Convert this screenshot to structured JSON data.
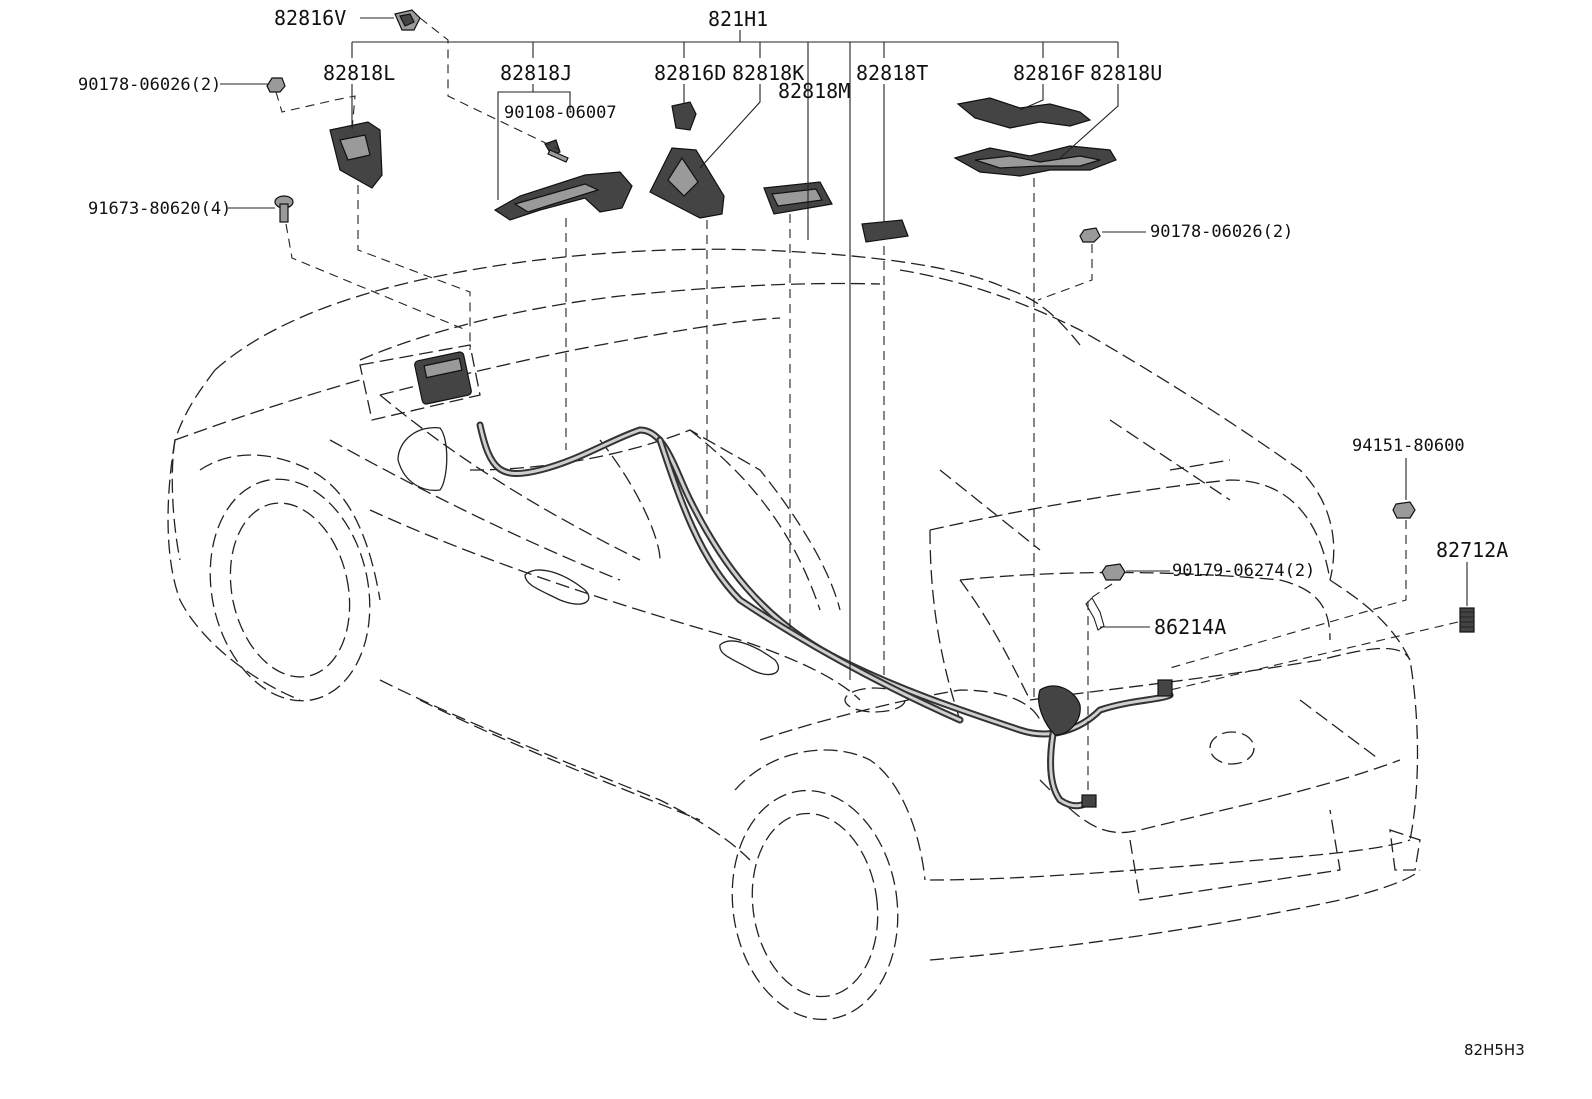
{
  "diagram": {
    "drawing_code": "82H5H3",
    "parts": [
      {
        "id": "82816V",
        "label": "82816V"
      },
      {
        "id": "821H1",
        "label": "821H1"
      },
      {
        "id": "82818L",
        "label": "82818L"
      },
      {
        "id": "82818J",
        "label": "82818J"
      },
      {
        "id": "82816D",
        "label": "82816D"
      },
      {
        "id": "82818K",
        "label": "82818K"
      },
      {
        "id": "82818M",
        "label": "82818M"
      },
      {
        "id": "82818T",
        "label": "82818T"
      },
      {
        "id": "82816F",
        "label": "82816F"
      },
      {
        "id": "82818U",
        "label": "82818U"
      },
      {
        "id": "90178-06026-left",
        "label": "90178-06026(2)"
      },
      {
        "id": "90108-06007",
        "label": "90108-06007"
      },
      {
        "id": "91673-80620",
        "label": "91673-80620(4)"
      },
      {
        "id": "90178-06026-right",
        "label": "90178-06026(2)"
      },
      {
        "id": "94151-80600",
        "label": "94151-80600"
      },
      {
        "id": "82712A",
        "label": "82712A"
      },
      {
        "id": "90179-06274",
        "label": "90179-06274(2)"
      },
      {
        "id": "86214A",
        "label": "86214A"
      }
    ]
  }
}
